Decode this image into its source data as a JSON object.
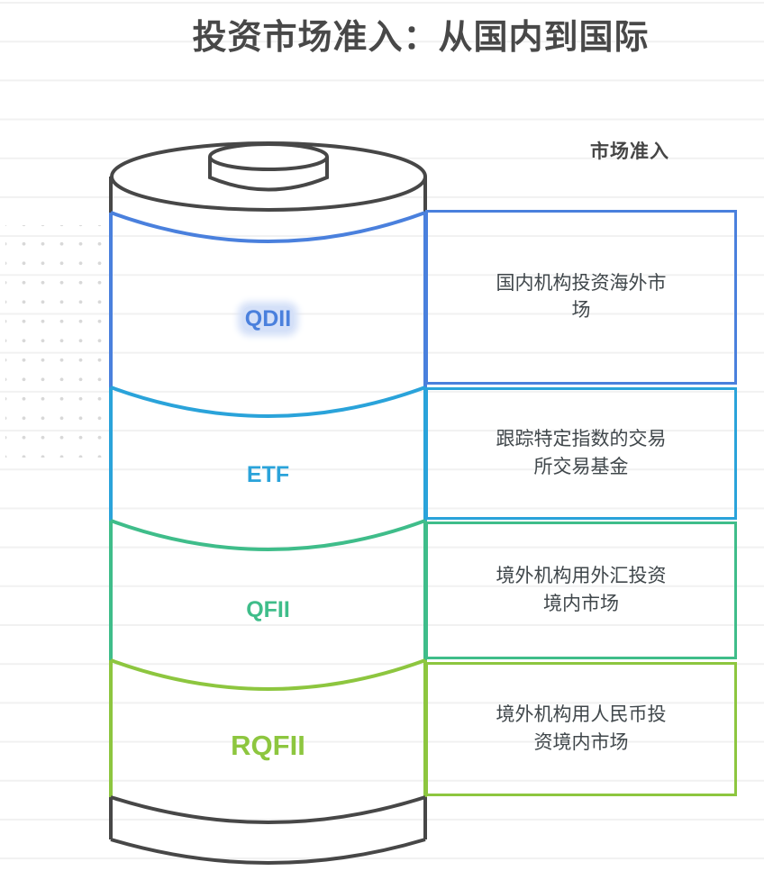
{
  "page": {
    "title": "投资市场准入：从国内到国际"
  },
  "right_panel": {
    "header": "市场准入"
  },
  "battery": {
    "segments": [
      {
        "label": "QDII",
        "description": "国内机构投资海外市场",
        "color": "#4a80dd"
      },
      {
        "label": "ETF",
        "description": "跟踪特定指数的交易所交易基金",
        "color": "#2aa3da"
      },
      {
        "label": "QFII",
        "description": "境外机构用外汇投资境内市场",
        "color": "#3fbd8a"
      },
      {
        "label": "RQFII",
        "description": "境外机构用人民币投资境内市场",
        "color": "#8dc63f"
      }
    ]
  },
  "colors": {
    "dark_outline": "#474747",
    "blue": "#4a80dd",
    "cyan": "#2aa3da",
    "green": "#3fbd8a",
    "lime": "#8dc63f",
    "text": "#40474b",
    "title_text": "#484848",
    "grid_line": "#f1f1f1",
    "dot": "#d8d8d8",
    "qdii_halo": "#d4e0f8"
  }
}
